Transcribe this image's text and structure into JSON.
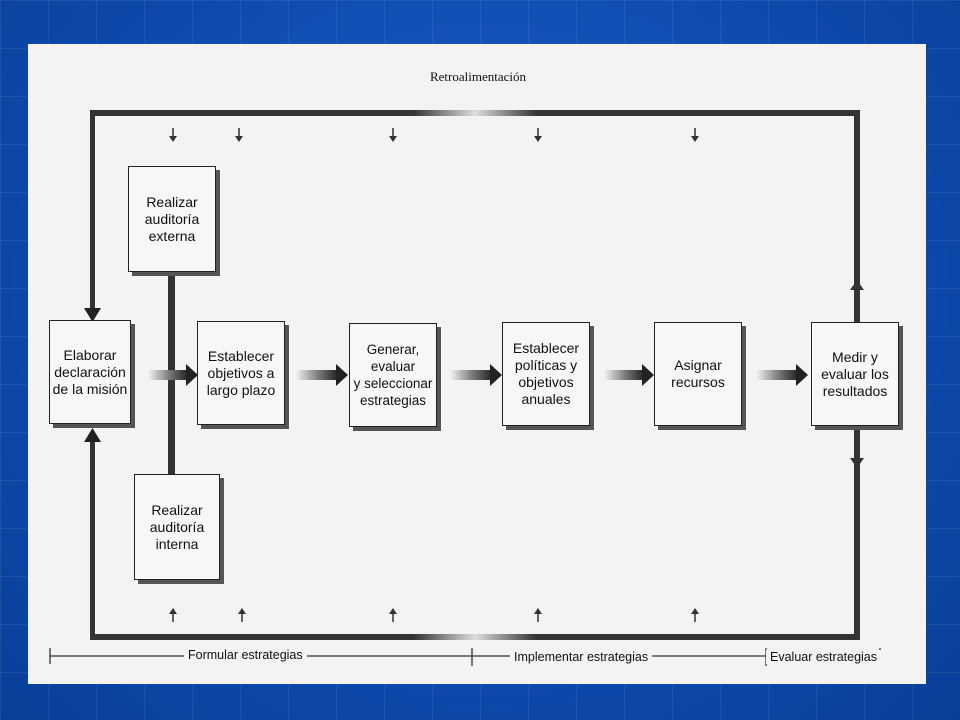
{
  "diagram": {
    "feedback_label": "Retroalimentación",
    "nodes": {
      "external_audit": "Realizar\nauditoría\nexterna",
      "internal_audit": "Realizar\nauditoría\ninterna",
      "mission": "Elaborar\ndeclaración\nde la misión",
      "long_term": "Establecer\nobjetivos a\nlargo plazo",
      "generate": "Generar,\nevaluar\ny seleccionar\nestrategias",
      "policies": "Establecer\npolíticas y\nobjetivos\nanuales",
      "resources": "Asignar\nrecursos",
      "measure": "Medir y\nevaluar los\nresultados"
    },
    "phases": {
      "formulate": "Formular estrategias",
      "implement": "Implementar estrategias",
      "evaluate": "Evaluar estrategias"
    }
  }
}
